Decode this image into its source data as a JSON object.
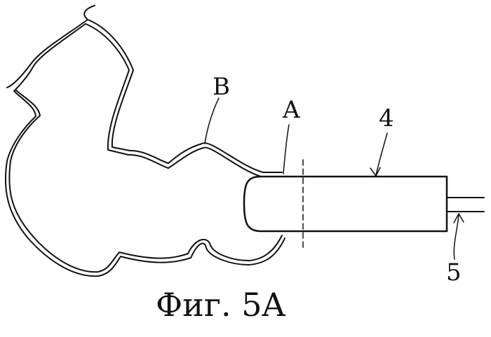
{
  "diagram": {
    "labels": {
      "b": "B",
      "a": "A",
      "four": "4",
      "five": "5"
    },
    "caption": "Фиг. 5A",
    "colors": {
      "line": "#111111",
      "background": "#ffffff"
    }
  }
}
